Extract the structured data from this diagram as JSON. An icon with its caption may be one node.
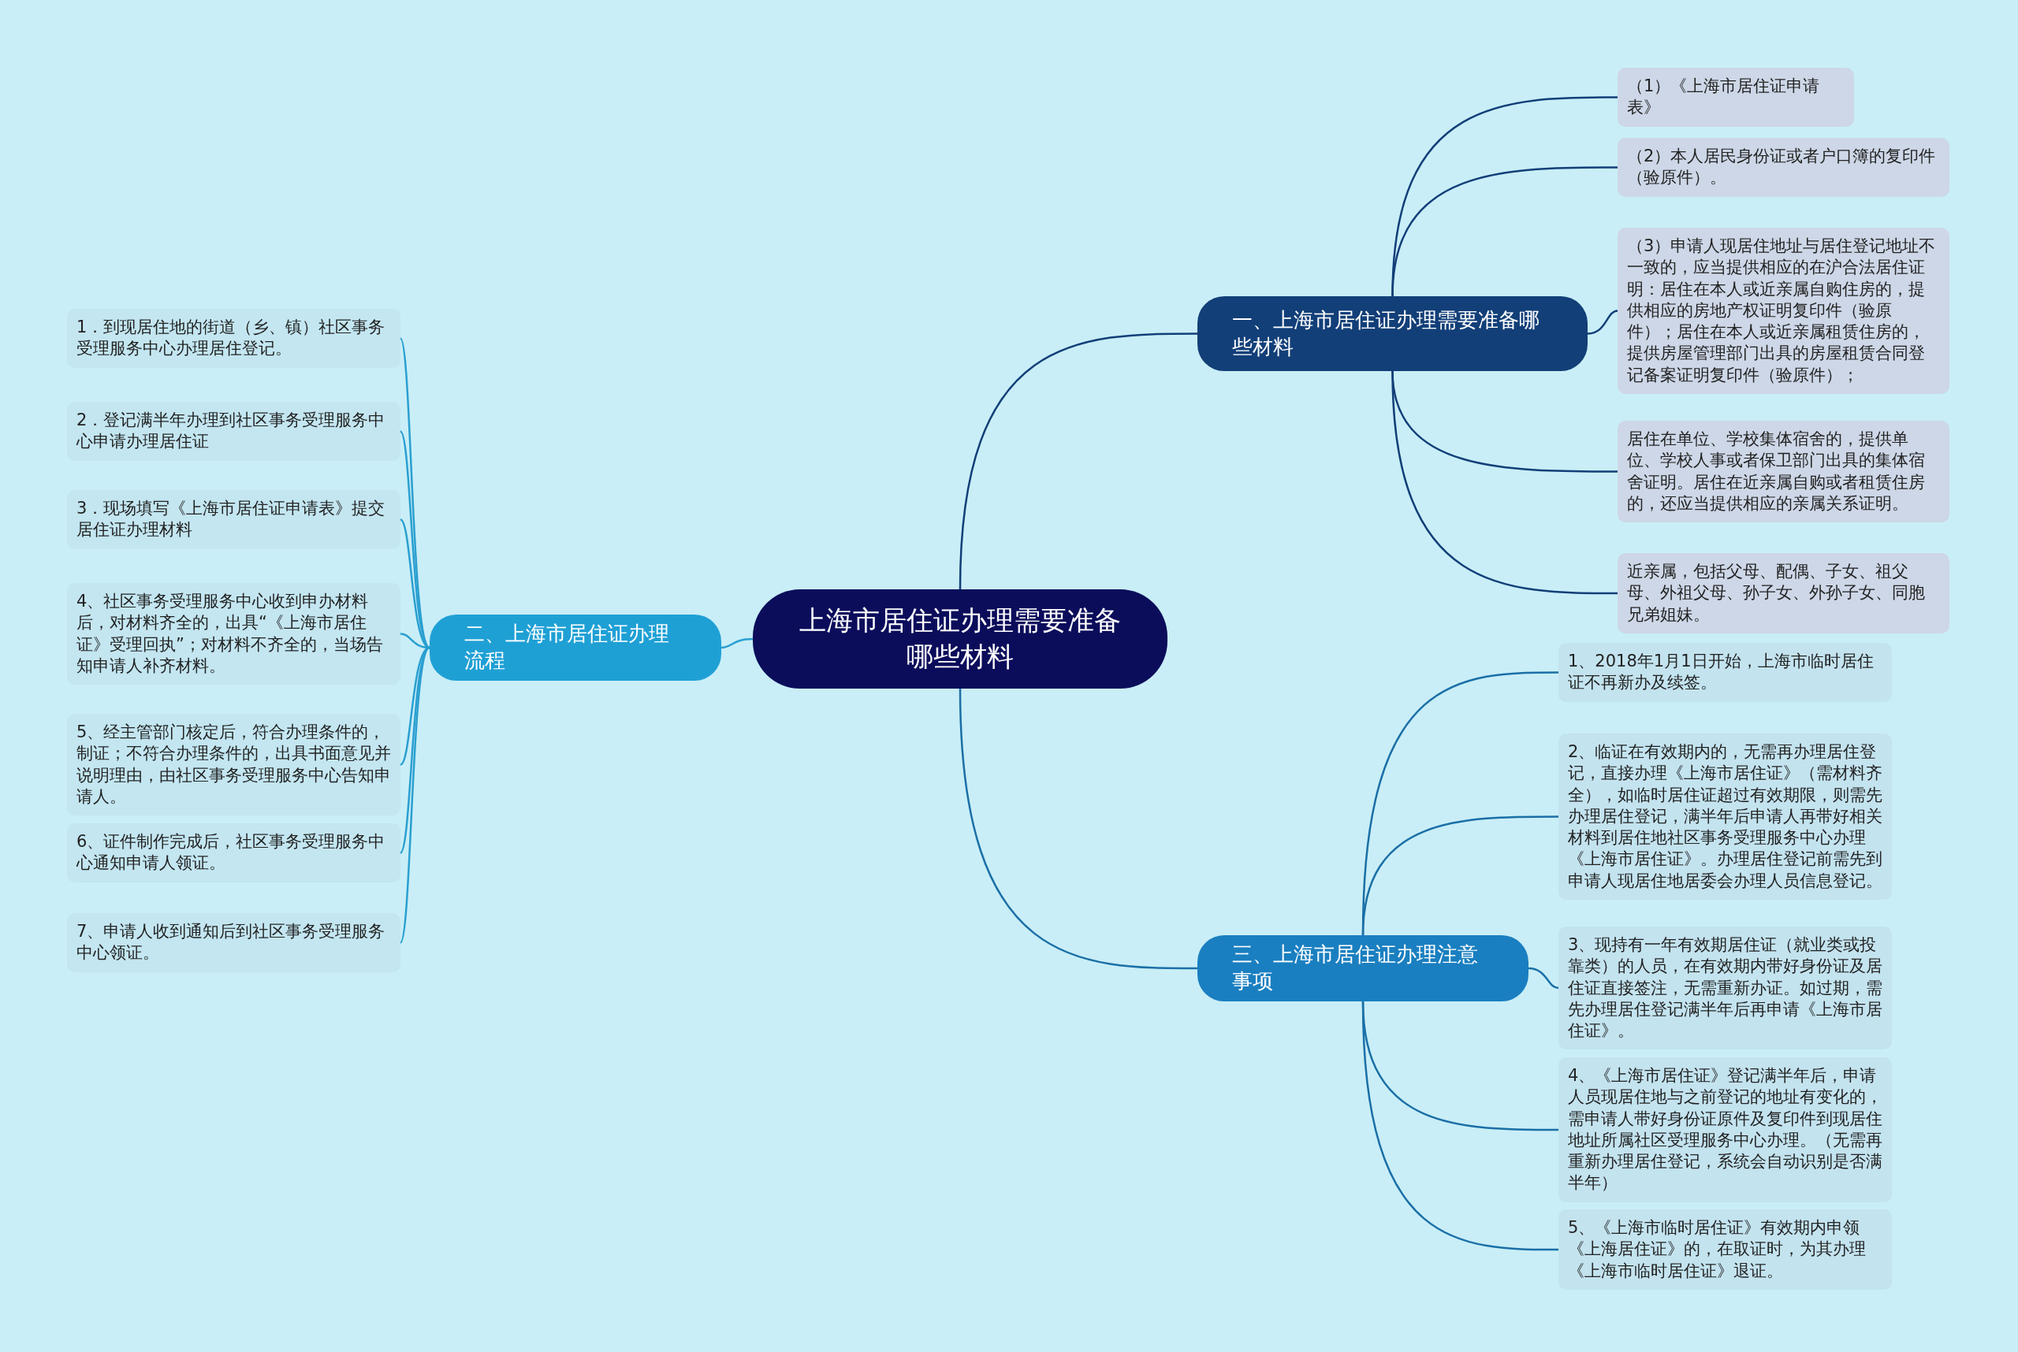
{
  "diagram": {
    "nodes": [
      {
        "text": [
          "上海市居住证办理需要准备哪些材料"
        ]
      },
      {
        "text": [
          "一、上海市居住证办理需要准备哪些材料"
        ]
      },
      {
        "text": [
          "（1）《上海市居住证申请表》"
        ]
      },
      {
        "text": [
          "（2）本人居民身份证或者户口簿的复印件（验原件）。"
        ]
      },
      {
        "text": [
          "（3）申请人现居住地址与居住登记地址不一致的，应当提供相应的在沪合法居住证明：居住在本人或近亲属自购住房的，提供相应的房地产权证明复印件（验原件）；居住在本人或近亲属租赁住房的，提供房屋管理部门出具的房屋租赁合同登记备案证明复印件（验原件）；"
        ]
      },
      {
        "text": [
          "居住在单位、学校集体宿舍的，提供单位、学校人事或者保卫部门出具的集体宿舍证明。居住在近亲属自购或者租赁住房的，还应当提供相应的亲属关系证明。"
        ]
      },
      {
        "text": [
          "近亲属，包括父母、配偶、子女、祖父母、外祖父母、孙子女、外孙子女、同胞兄弟姐妹。"
        ]
      },
      {
        "text": [
          "二、上海市居住证办理流程"
        ]
      },
      {
        "text": [
          "1．到现居住地的街道（乡、镇）社区事务受理服务中心办理居住登记。"
        ]
      },
      {
        "text": [
          "2．登记满半年办理到社区事务受理服务中心申请办理居住证"
        ]
      },
      {
        "text": [
          "3．现场填写《上海市居住证申请表》提交居住证办理材料"
        ]
      },
      {
        "text": [
          "4、社区事务受理服务中心收到申办材料后，对材料齐全的，出具“《上海市居住证》受理回执”；对材料不齐全的，当场告知申请人补齐材料。"
        ]
      },
      {
        "text": [
          "5、经主管部门核定后，符合办理条件的，制证；不符合办理条件的，出具书面意见并说明理由，由社区事务受理服务中心告知申请人。"
        ]
      },
      {
        "text": [
          "6、证件制作完成后，社区事务受理服务中心通知申请人领证。"
        ]
      },
      {
        "text": [
          "7、申请人收到通知后到社区事务受理服务中心领证。"
        ]
      },
      {
        "text": [
          "三、上海市居住证办理注意事项"
        ]
      },
      {
        "text": [
          "1、2018年1月1日开始，上海市临时居住证不再新办及续签。"
        ]
      },
      {
        "text": [
          "2、临证在有效期内的，无需再办理居住登记，直接办理《上海市居住证》（需材料齐全），如临时居住证超过有效期限，则需先办理居住登记，满半年后申请人再带好相关材料到居住地社区事务受理服务中心办理《上海市居住证》。办理居住登记前需先到申请人现居住地居委会办理人员信息登记。"
        ]
      },
      {
        "text": [
          "3、现持有一年有效期居住证（就业类或投靠类）的人员，在有效期内带好身份证及居住证直接签注，无需重新办证。如过期，需先办理居住登记满半年后再申请《上海市居住证》。"
        ]
      },
      {
        "text": [
          "4、《上海市居住证》登记满半年后，申请人员现居住地与之前登记的地址有变化的，需申请人带好身份证原件及复印件到现居住地址所属社区受理服务中心办理。（无需再重新办理居住登记，系统会自动识别是否满半年）"
        ]
      },
      {
        "text": [
          "5、《上海市临时居住证》有效期内申领《上海居住证》的，在取证时，为其办理《上海市临时居住证》退证。"
        ]
      }
    ],
    "edges": [
      {
        "from": 0,
        "to": 1,
        "arrow": "none",
        "color": "#123f78"
      },
      {
        "from": 1,
        "to": 2,
        "arrow": "none",
        "color": "#123f78"
      },
      {
        "from": 1,
        "to": 3,
        "arrow": "none",
        "color": "#123f78"
      },
      {
        "from": 1,
        "to": 4,
        "arrow": "none",
        "color": "#123f78"
      },
      {
        "from": 1,
        "to": 5,
        "arrow": "none",
        "color": "#123f78"
      },
      {
        "from": 1,
        "to": 6,
        "arrow": "none",
        "color": "#123f78"
      },
      {
        "from": 0,
        "to": 7,
        "arrow": "none"
      },
      {
        "from": 7,
        "to": 8,
        "arrow": "none"
      },
      {
        "from": 7,
        "to": 9,
        "arrow": "none"
      },
      {
        "from": 7,
        "to": 10,
        "arrow": "none"
      },
      {
        "from": 7,
        "to": 11,
        "arrow": "none"
      },
      {
        "from": 7,
        "to": 12,
        "arrow": "none"
      },
      {
        "from": 7,
        "to": 13,
        "arrow": "none"
      },
      {
        "from": 7,
        "to": 14,
        "arrow": "none"
      },
      {
        "from": 0,
        "to": 15,
        "arrow": "none",
        "color": "#1a6fa6"
      },
      {
        "from": 15,
        "to": 16,
        "arrow": "none",
        "color": "#1a6fa6"
      },
      {
        "from": 15,
        "to": 17,
        "arrow": "none",
        "color": "#1a6fa6"
      },
      {
        "from": 15,
        "to": 18,
        "arrow": "none",
        "color": "#1a6fa6"
      },
      {
        "from": 15,
        "to": 19,
        "arrow": "none",
        "color": "#1a6fa6"
      },
      {
        "from": 15,
        "to": 20,
        "arrow": "none",
        "color": "#1a6fa6"
      }
    ]
  }
}
